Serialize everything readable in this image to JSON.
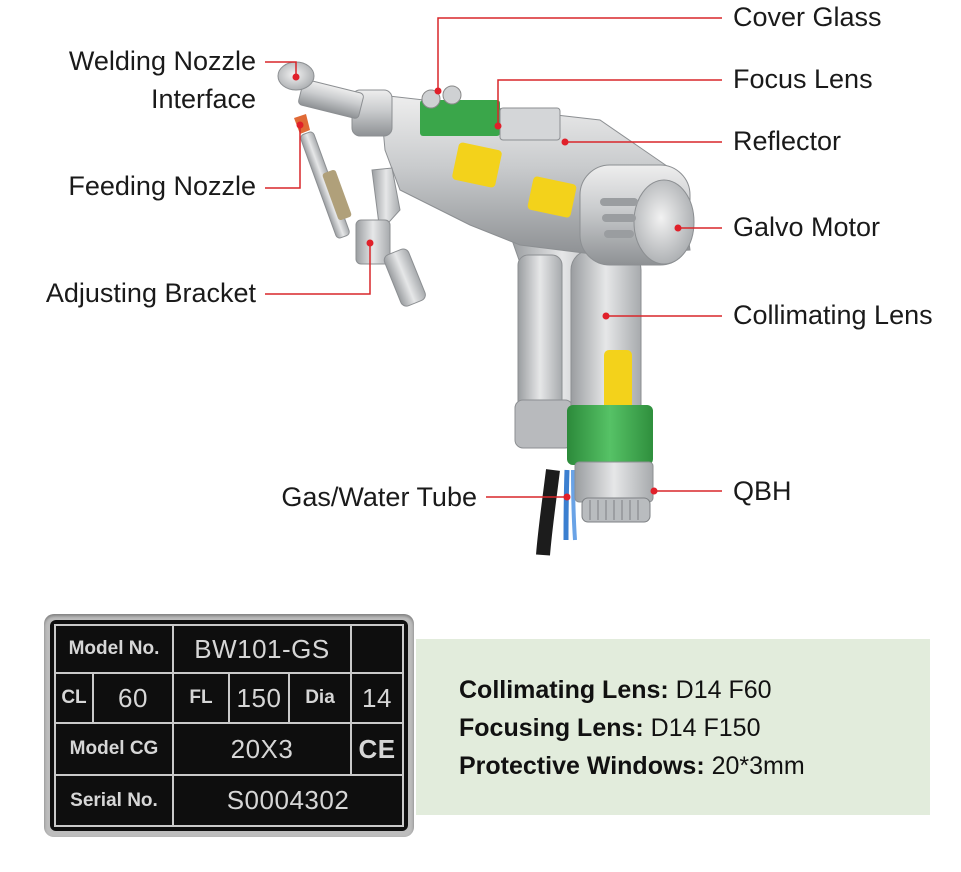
{
  "labels": {
    "welding_nozzle_interface_line1": "Welding Nozzle",
    "welding_nozzle_interface_line2": "Interface",
    "feeding_nozzle": "Feeding Nozzle",
    "adjusting_bracket": "Adjusting Bracket",
    "gas_water_tube": "Gas/Water Tube",
    "cover_glass": "Cover Glass",
    "focus_lens": "Focus Lens",
    "reflector": "Reflector",
    "galvo_motor": "Galvo Motor",
    "collimating_lens": "Collimating Lens",
    "qbh": "QBH"
  },
  "plate": {
    "model_no_label": "Model No.",
    "model_no_value": "BW101-GS",
    "cl_label": "CL",
    "cl_value": "60",
    "fl_label": "FL",
    "fl_value": "150",
    "dia_label": "Dia",
    "dia_value": "14",
    "model_cg_label": "Model CG",
    "model_cg_value": "20X3",
    "ce_mark": "CE",
    "serial_label": "Serial No.",
    "serial_value": "S0004302"
  },
  "specs": [
    {
      "label": "Collimating Lens:",
      "value": " D14 F60"
    },
    {
      "label": "Focusing Lens:",
      "value": " D14 F150"
    },
    {
      "label": "Protective Windows:",
      "value": " 20*3mm"
    }
  ],
  "colors": {
    "leader_line": "#d9262a",
    "dot": "#e0202a",
    "info_bg": "#e2ecdc",
    "plate_bg": "#0e0e0e",
    "metal": "#c8cacc",
    "green_band": "#3aa64a",
    "warning_yellow": "#f3d21b"
  }
}
